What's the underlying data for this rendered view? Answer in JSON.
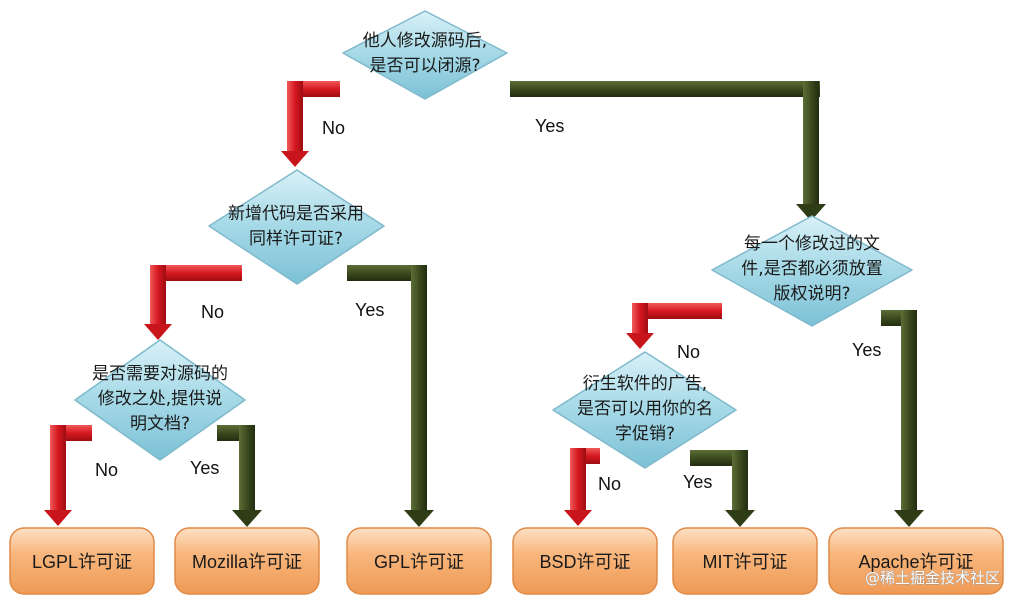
{
  "colors": {
    "diamond_fill": "#a9dbe8",
    "diamond_stroke": "#7fb9cc",
    "box_fill": "#f7b074",
    "box_stroke": "#e08a46",
    "no_arrow": "#d7161d",
    "yes_arrow": "#3a4a1e"
  },
  "decisions": {
    "d1": {
      "line1": "他人修改源码后,",
      "line2": "是否可以闭源?"
    },
    "d2": {
      "line1": "新增代码是否采用",
      "line2": "同样许可证?"
    },
    "d3": {
      "line1": "是否需要对源码的",
      "line2": "修改之处,提供说",
      "line3": "明文档?"
    },
    "d4": {
      "line1": "每一个修改过的文",
      "line2": "件,是否都必须放置",
      "line3": "版权说明?"
    },
    "d5": {
      "line1": "衍生软件的广告,",
      "line2": "是否可以用你的名",
      "line3": "字促销?"
    }
  },
  "branch_labels": {
    "no": "No",
    "yes": "Yes"
  },
  "licenses": {
    "lgpl": "LGPL许可证",
    "mozilla": "Mozilla许可证",
    "gpl": "GPL许可证",
    "bsd": "BSD许可证",
    "mit": "MIT许可证",
    "apache": "Apache许可证"
  },
  "watermark": "@稀土掘金技术社区"
}
